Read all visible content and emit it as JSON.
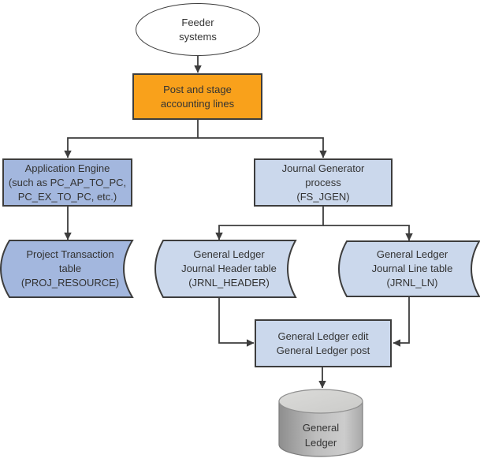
{
  "diagram": {
    "type": "flowchart",
    "nodes": {
      "feeder": {
        "shape": "ellipse",
        "lines": [
          "Feeder",
          "systems"
        ]
      },
      "post_stage": {
        "shape": "process",
        "lines": [
          "Post and stage",
          "accounting lines"
        ]
      },
      "app_engine": {
        "shape": "process",
        "lines": [
          "Application Engine",
          "(such as PC_AP_TO_PC,",
          "PC_EX_TO_PC, etc.)"
        ]
      },
      "journal_gen": {
        "shape": "process",
        "lines": [
          "Journal Generator",
          "process",
          "(FS_JGEN)"
        ]
      },
      "proj_resource": {
        "shape": "stored-data",
        "lines": [
          "Project Transaction",
          "table",
          "(PROJ_RESOURCE)"
        ]
      },
      "jrnl_header": {
        "shape": "stored-data",
        "lines": [
          "General Ledger",
          "Journal Header table",
          "(JRNL_HEADER)"
        ]
      },
      "jrnl_ln": {
        "shape": "stored-data",
        "lines": [
          "General Ledger",
          "Journal Line table",
          "(JRNL_LN)"
        ]
      },
      "gl_edit": {
        "shape": "process",
        "lines": [
          "General Ledger edit",
          "General Ledger post"
        ]
      },
      "general_ledger": {
        "shape": "cylinder",
        "lines": [
          "General",
          "Ledger"
        ]
      }
    },
    "edges": [
      "feeder -> post_stage",
      "post_stage -> app_engine",
      "post_stage -> journal_gen",
      "app_engine -> proj_resource",
      "journal_gen -> jrnl_header",
      "journal_gen -> jrnl_ln",
      "jrnl_header -> gl_edit",
      "jrnl_ln -> gl_edit",
      "gl_edit -> general_ledger"
    ],
    "colors": {
      "orange": "#F9A11B",
      "blue": "#A3B7DE",
      "lightblue": "#CBD8EC",
      "line": "#3D3D3D",
      "text": "#333333",
      "white": "#FFFFFF",
      "graybody": "#B5B5B5",
      "graytop": "#D2D2D0"
    }
  }
}
